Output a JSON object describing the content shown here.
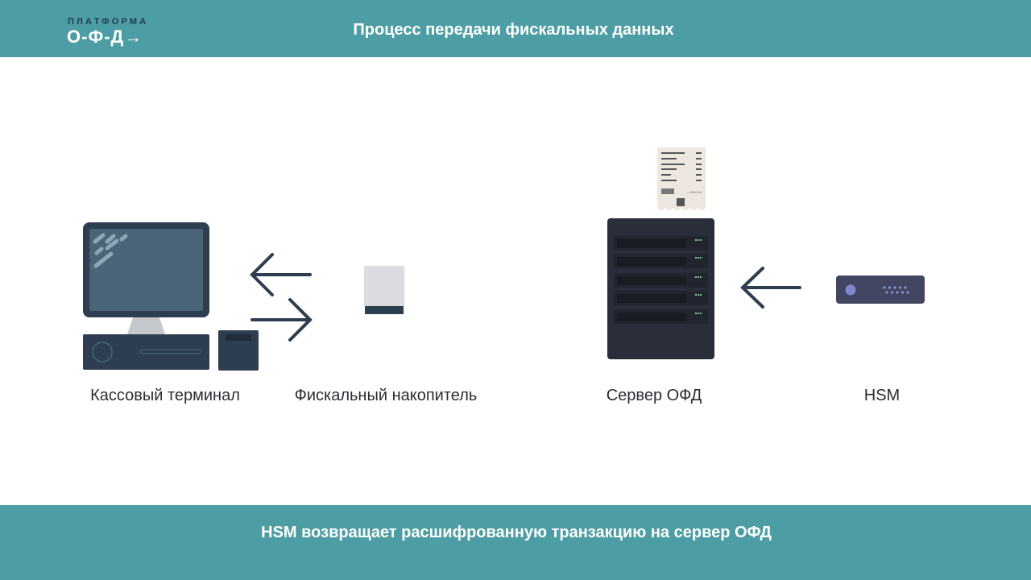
{
  "header": {
    "logo_top": "ПЛАТФОРМА",
    "logo_main": "О-Ф-Д→",
    "title": "Процесс передачи фискальных данных"
  },
  "diagram": {
    "nodes": [
      {
        "label": "Кассовый терминал",
        "icon": "cash-terminal-icon"
      },
      {
        "label": "Фискальный накопитель",
        "icon": "fiscal-drive-icon"
      },
      {
        "label": "Сервер ОФД",
        "icon": "server-icon"
      },
      {
        "label": "HSM",
        "icon": "hsm-device-icon"
      }
    ],
    "receipt_amount": "= 3000.00"
  },
  "footer": {
    "caption": "HSM возвращает расшифрованную транзакцию на сервер ОФД"
  },
  "colors": {
    "accent": "#4d9ea4",
    "dark": "#2c3e4f",
    "server": "#2a2d3a",
    "hsm": "#424660"
  }
}
